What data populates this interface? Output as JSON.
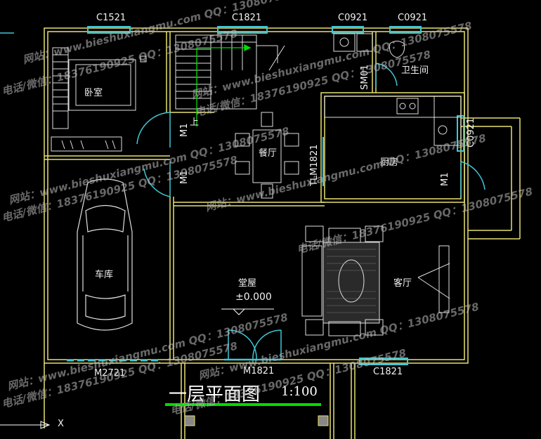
{
  "drawing": {
    "title": "一层平面图",
    "scale": "1:100",
    "axis_marker": "X"
  },
  "openings": {
    "c1521": "C1521",
    "c1821_top": "C1821",
    "c0921_a": "C0921",
    "c0921_b": "C0921",
    "c0921_side": "C0921",
    "c1821_bottom": "C1821",
    "m2721": "M2721",
    "m1821": "M1821",
    "m1_a": "M1",
    "m1_b": "M1",
    "m1_c": "M1",
    "sm01": "SM01",
    "tlm1821": "TLM1821"
  },
  "rooms": {
    "bedroom": "卧室",
    "bathroom": "卫生间",
    "dining": "餐厅",
    "kitchen": "厨房",
    "garage": "车库",
    "hall": "堂屋",
    "living": "客厅",
    "stair_up": "上"
  },
  "elevation": "±0.000",
  "watermark": {
    "line1": "网站：www.bieshuxiangmu.com  QQ：1308075578",
    "line2": "电话/微信：18376190925  QQ：1308075578"
  },
  "colors": {
    "wall": "#e8e070",
    "window": "#3fc8d8",
    "furniture": "#e0e0e0",
    "dim_line": "#ffffff",
    "scale_bar": "#00dd00",
    "background": "#000000"
  }
}
